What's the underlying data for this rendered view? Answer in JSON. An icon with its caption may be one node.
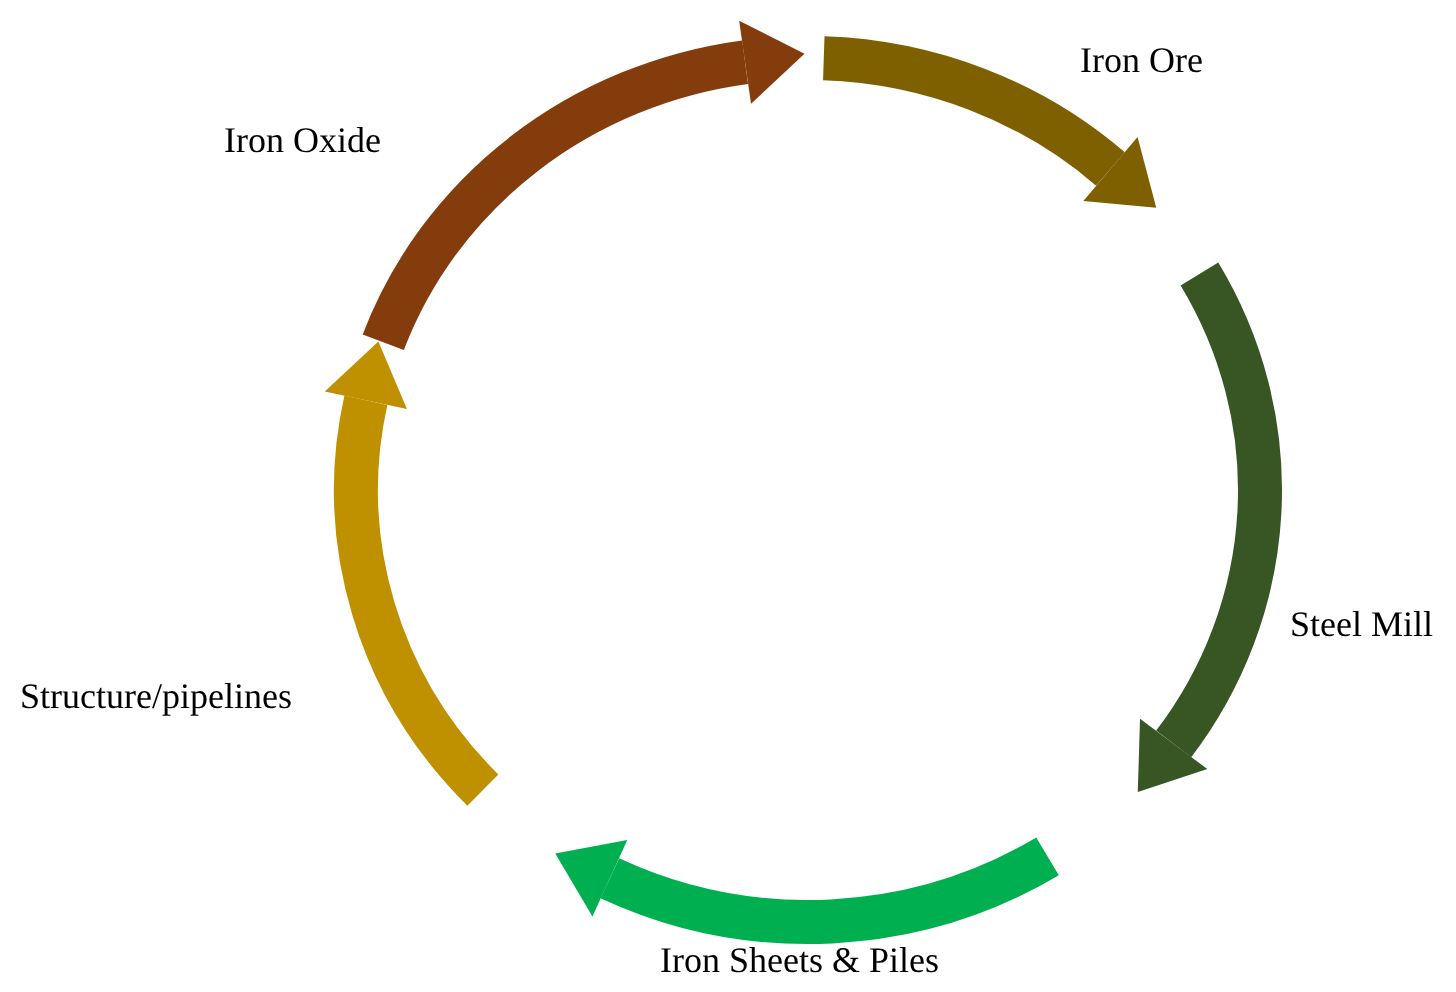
{
  "diagram": {
    "nodes": [
      {
        "text": [
          "Iron Oxide"
        ]
      },
      {
        "text": [
          "Iron Ore"
        ]
      },
      {
        "text": [
          "Steel Mill"
        ]
      },
      {
        "text": [
          "Iron Sheets & Piles"
        ]
      },
      {
        "text": [
          "Structure/pipelines"
        ]
      }
    ]
  }
}
